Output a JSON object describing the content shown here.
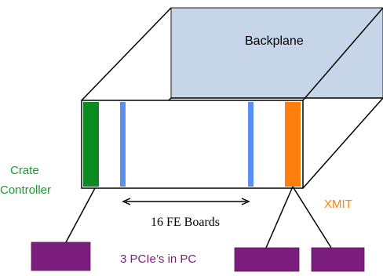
{
  "labels": {
    "backplane": "Backplane",
    "crate_line1": "Crate",
    "crate_line2": "Controller",
    "xmit": "XMIT",
    "fe_boards": "16 FE Boards",
    "pcie": "3 PCIe’s in PC"
  },
  "colors": {
    "backplane_fill": "#c6d6e8",
    "crate_controller": "#0b8a22",
    "fe_board": "#5b8ff0",
    "xmit_board": "#ff7f0e",
    "pcie_card": "#7b1d7d",
    "green_text": "#1b9a2a",
    "orange_text": "#ff7f0e",
    "purple_text": "#7b1d7d",
    "line": "#000000"
  }
}
